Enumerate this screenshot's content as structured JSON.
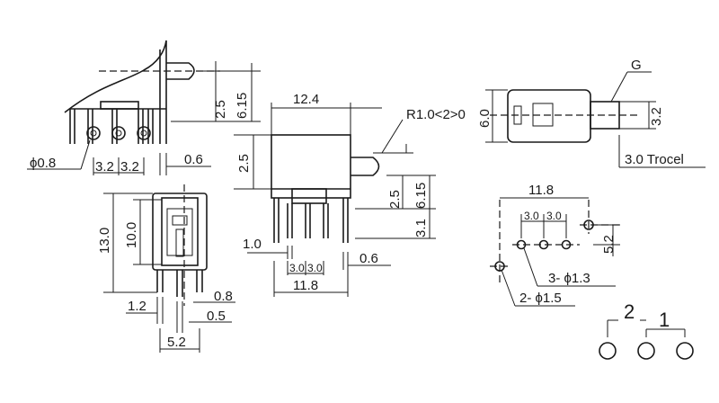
{
  "dims": {
    "side_phi": "ϕ0.8",
    "side_pitch_a": "3.2",
    "side_pitch_b": "3.2",
    "side_06": "0.6",
    "side_25": "2.5",
    "side_615": "6.15",
    "front_124": "12.4",
    "front_r": "R1.0<2>0",
    "front_25_left": "2.5",
    "front_25_right": "2.5",
    "front_615": "6.15",
    "front_31": "3.1",
    "front_10": "1.0",
    "front_30a": "3.0",
    "front_30b": "3.0",
    "front_06": "0.6",
    "front_118": "11.8",
    "bottom_130": "13.0",
    "bottom_100": "10.0",
    "bottom_12": "1.2",
    "bottom_08": "0.8",
    "bottom_05": "0.5",
    "bottom_52": "5.2",
    "top_g": "G",
    "top_60": "6.0",
    "top_32": "3.2",
    "top_trocel": "3.0 Trocel",
    "pcb_118": "11.8",
    "pcb_30a": "3.0",
    "pcb_30b": "3.0",
    "pcb_52": "5.2",
    "pcb_3phi": "3- ϕ1.3",
    "pcb_2phi": "2- ϕ1.5",
    "schem_2": "2",
    "schem_1": "1"
  }
}
